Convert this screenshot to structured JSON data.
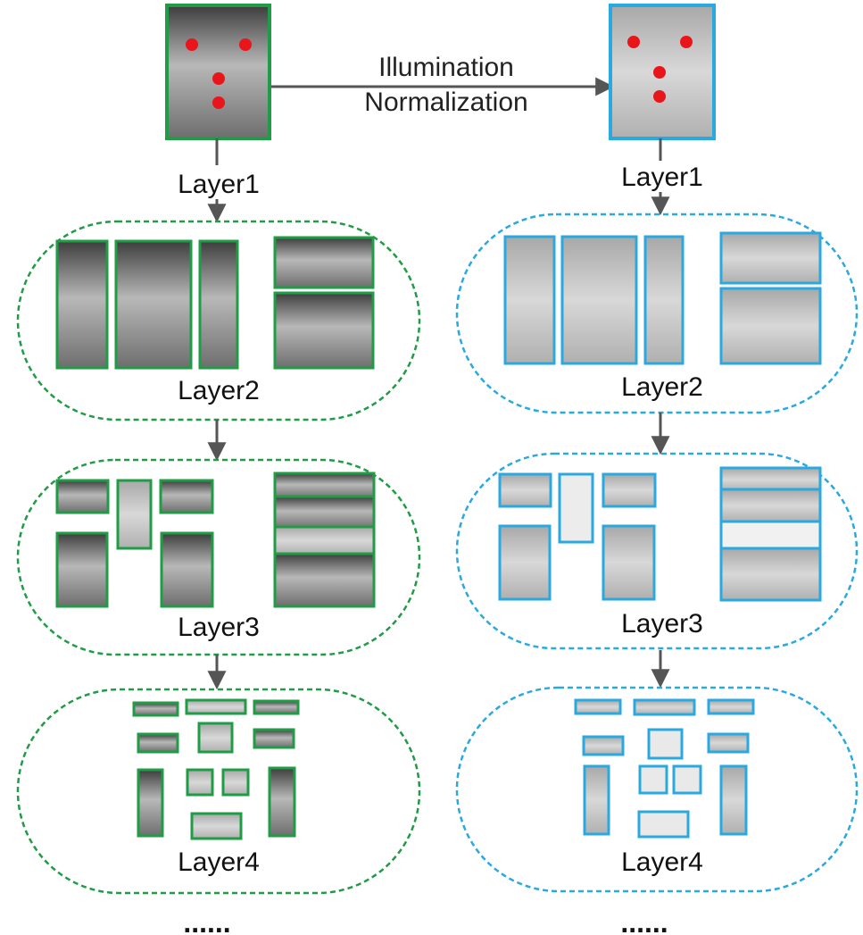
{
  "colors": {
    "green_border": "#1f9c45",
    "blue_border": "#29a9e0",
    "arrow": "#555555",
    "landmark": "#e8151b",
    "face_dark": "#5a5a5a",
    "face_mid": "#9a9a9a",
    "face_light": "#d9d9d9",
    "face_normalized": "#bdbdbd"
  },
  "transition": {
    "line1": "Illumination",
    "line2": "Normalization"
  },
  "columns": [
    {
      "id": "original",
      "border_color_key": "green_border",
      "layer_labels": [
        "Layer1",
        "Layer2",
        "Layer3",
        "Layer4"
      ],
      "continuation": "......"
    },
    {
      "id": "normalized",
      "border_color_key": "blue_border",
      "layer_labels": [
        "Layer1",
        "Layer2",
        "Layer3",
        "Layer4"
      ],
      "continuation": "......"
    }
  ],
  "icons": {
    "face_photo": "face-photo-icon",
    "landmark": "facial-landmark-dot-icon",
    "arrow": "down-arrow-icon"
  }
}
